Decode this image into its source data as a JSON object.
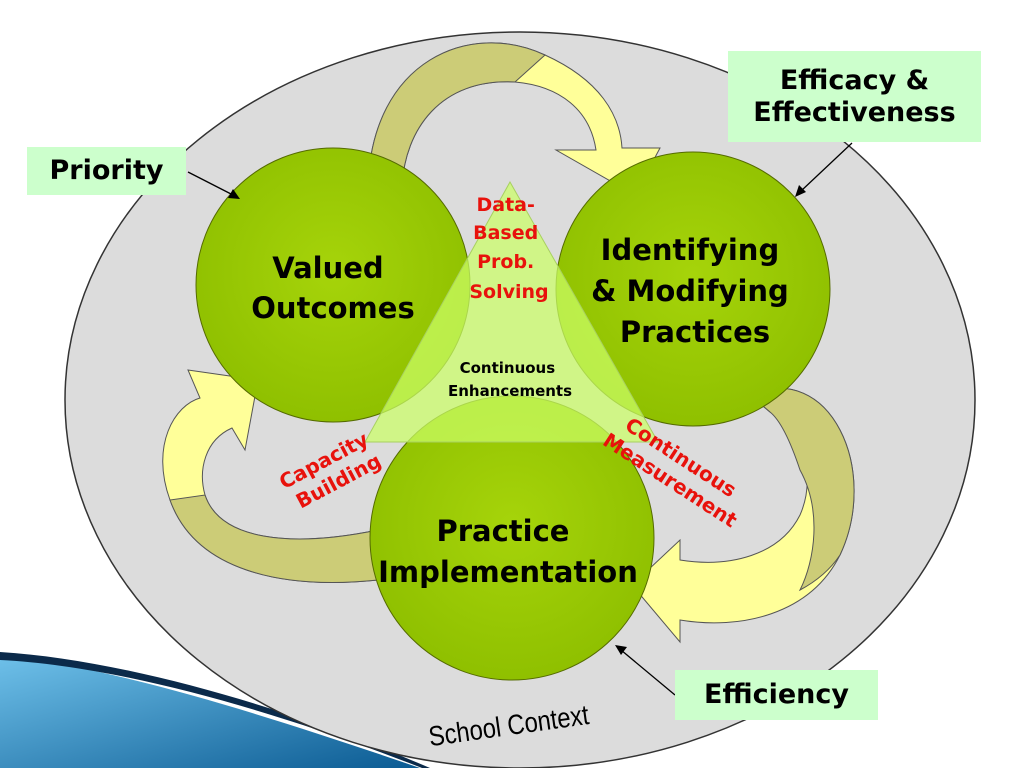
{
  "diagram": {
    "context_label": "School Context",
    "center_label": [
      "Continuous",
      "Enhancements"
    ],
    "circles": {
      "valued_outcomes": [
        "Valued",
        "Outcomes"
      ],
      "identifying_modifying": [
        "Identifying",
        "& Modifying",
        "Practices"
      ],
      "practice_implementation": [
        "Practice",
        "Implementation"
      ]
    },
    "process_labels": {
      "data_based": [
        "Data-",
        "Based",
        "Prob.",
        "Solving"
      ],
      "capacity": [
        "Capacity",
        "Building"
      ],
      "measurement": [
        "Continuous",
        "Measurement"
      ]
    },
    "callouts": {
      "priority": "Priority",
      "efficacy": [
        "Efficacy &",
        "Effectiveness"
      ],
      "efficiency": "Efficiency"
    }
  },
  "colors": {
    "background_ellipse": "#dcdcdc",
    "circle_fill": "#99cc00",
    "triangle_fill": "#ccff66",
    "arrow_light": "#ffff99",
    "arrow_dark": "#cccc77",
    "callout_box": "#ccffcc",
    "accent_text": "#e8120c",
    "corner_blue": "#1f7fb8"
  }
}
